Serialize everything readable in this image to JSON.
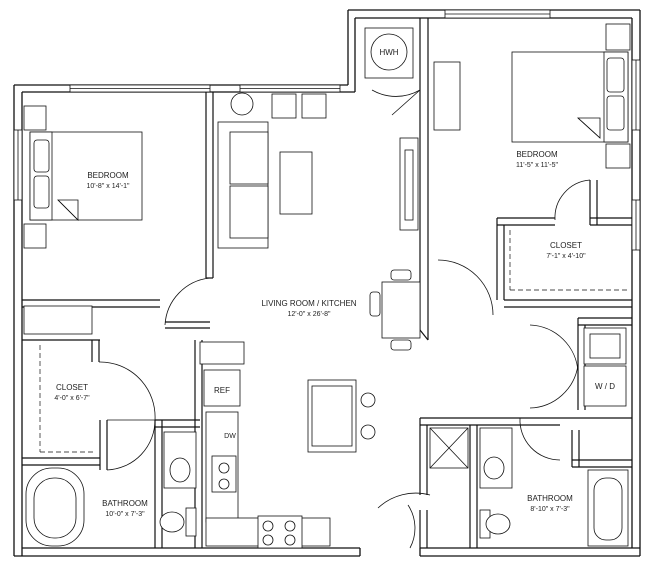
{
  "rooms": {
    "bedroom1": {
      "name": "BEDROOM",
      "size": "10'-8\" x 14'-1\""
    },
    "bedroom2": {
      "name": "BEDROOM",
      "size": "11'-5\" x 11'-5\""
    },
    "living": {
      "name": "LIVING ROOM / KITCHEN",
      "size": "12'-0\" x 26'-8\""
    },
    "closet1": {
      "name": "CLOSET",
      "size": "4'-0\" x 6'-7\""
    },
    "closet2": {
      "name": "CLOSET",
      "size": "7'-1\" x 4'-10\""
    },
    "bathroom1": {
      "name": "BATHROOM",
      "size": "10'-0\" x 7'-3\""
    },
    "bathroom2": {
      "name": "BATHROOM",
      "size": "8'-10\" x 7'-3\""
    }
  },
  "fixtures": {
    "water_heater": "HWH",
    "refrigerator": "REF",
    "dishwasher": "DW",
    "washer_dryer": "W / D"
  }
}
